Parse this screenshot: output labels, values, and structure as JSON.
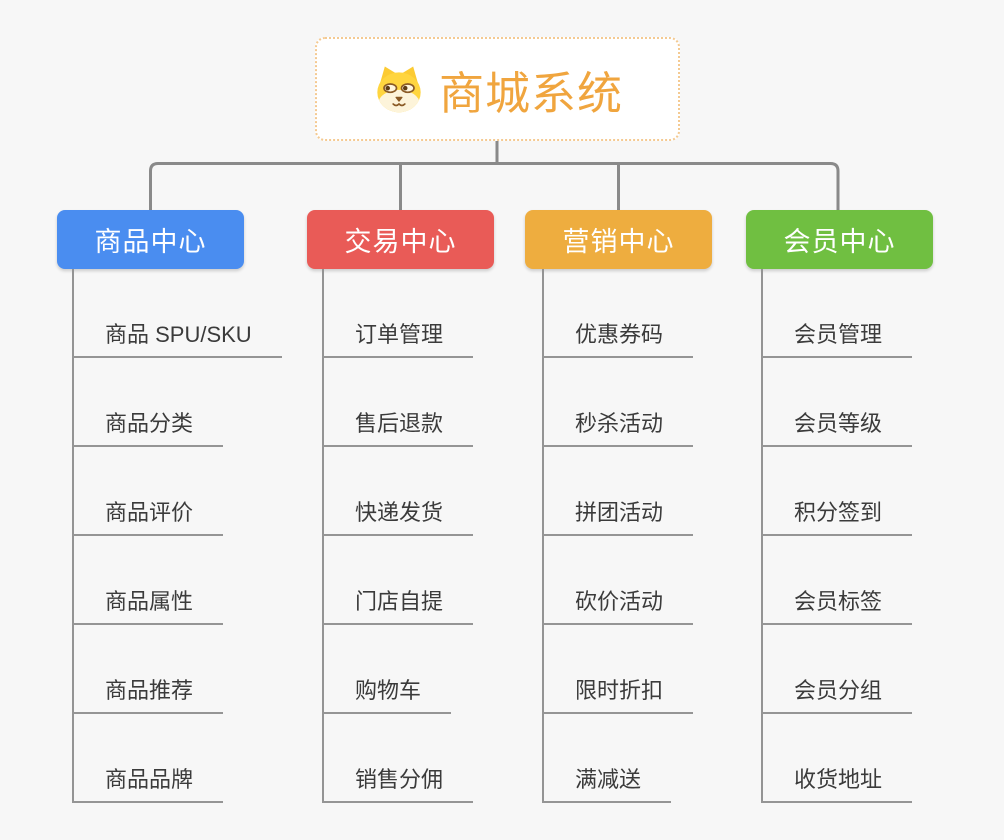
{
  "root": {
    "title": "商城系统",
    "icon": "shiba-dog-icon"
  },
  "branches": [
    {
      "label": "商品中心",
      "color": "#4a8df0",
      "items": [
        "商品 SPU/SKU",
        "商品分类",
        "商品评价",
        "商品属性",
        "商品推荐",
        "商品品牌"
      ]
    },
    {
      "label": "交易中心",
      "color": "#e95b57",
      "items": [
        "订单管理",
        "售后退款",
        "快递发货",
        "门店自提",
        "购物车",
        "销售分佣"
      ]
    },
    {
      "label": "营销中心",
      "color": "#eead3f",
      "items": [
        "优惠券码",
        "秒杀活动",
        "拼团活动",
        "砍价活动",
        "限时折扣",
        "满减送"
      ]
    },
    {
      "label": "会员中心",
      "color": "#70bf41",
      "items": [
        "会员管理",
        "会员等级",
        "积分签到",
        "会员标签",
        "会员分组",
        "收货地址"
      ]
    }
  ],
  "colors": {
    "background": "#f7f7f7",
    "connector": "#8a8a8a",
    "underline": "#959595",
    "root_text": "#f0a53e",
    "root_border": "#f4ca92"
  }
}
